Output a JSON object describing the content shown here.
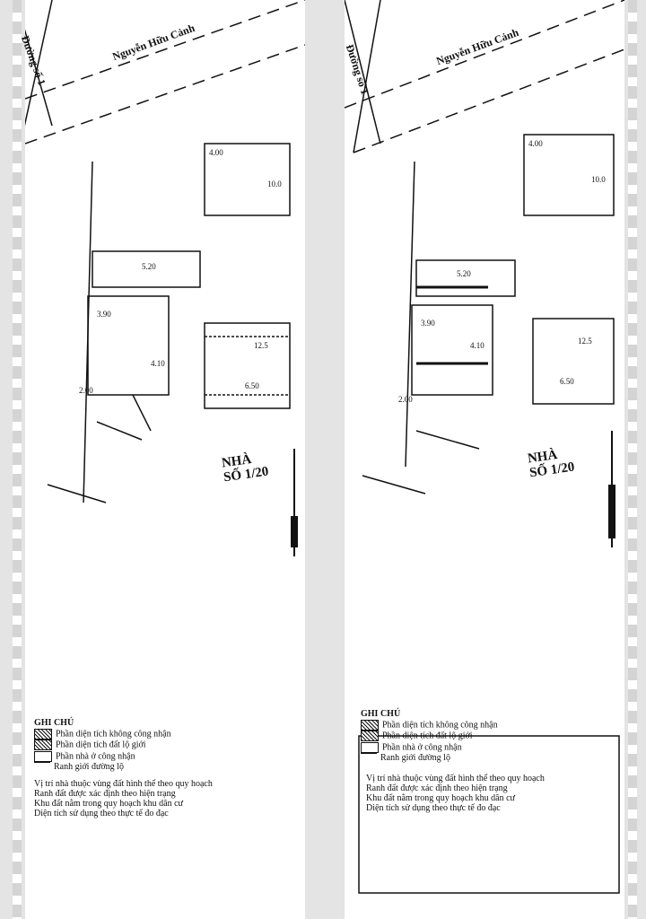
{
  "pages": [
    {
      "road_label": "Nguyễn Hữu Cảnh",
      "side_road_label": "Đường số 1",
      "parcel_labels": [
        "NHÀ",
        "SỐ 1/20"
      ],
      "dimensions": [
        "4.00",
        "10.0",
        "5.20",
        "3.90",
        "4.10",
        "12.5",
        "2.00",
        "6.50"
      ],
      "legend_title": "GHI CHÚ",
      "legend_items": [
        "Phần diện tích không công nhận",
        "Phần diện tích đất lộ giới",
        "Phần nhà ở công nhận",
        "Ranh giới đường lộ"
      ],
      "notes": [
        "Vị trí nhà thuộc vùng đất hình thể theo quy hoạch",
        "Ranh đất được xác định theo hiện trạng",
        "Khu đất nằm trong quy hoạch khu dân cư",
        "Diện tích sử dụng theo thực tế đo đạc"
      ]
    },
    {
      "road_label": "Nguyễn Hữu Cảnh",
      "side_road_label": "Đường số 1",
      "parcel_labels": [
        "NHÀ",
        "SỐ 1/20"
      ],
      "dimensions": [
        "4.00",
        "10.0",
        "5.20",
        "3.90",
        "4.10",
        "12.5",
        "2.00",
        "6.50"
      ],
      "legend_title": "GHI CHÚ",
      "legend_items": [
        "Phần diện tích không công nhận",
        "Phần diện tích đất lộ giới",
        "Phần nhà ở công nhận",
        "Ranh giới đường lộ"
      ],
      "notes": [
        "Vị trí nhà thuộc vùng đất hình thể theo quy hoạch",
        "Ranh đất được xác định theo hiện trạng",
        "Khu đất nằm trong quy hoạch khu dân cư",
        "Diện tích sử dụng theo thực tế đo đạc"
      ]
    }
  ]
}
